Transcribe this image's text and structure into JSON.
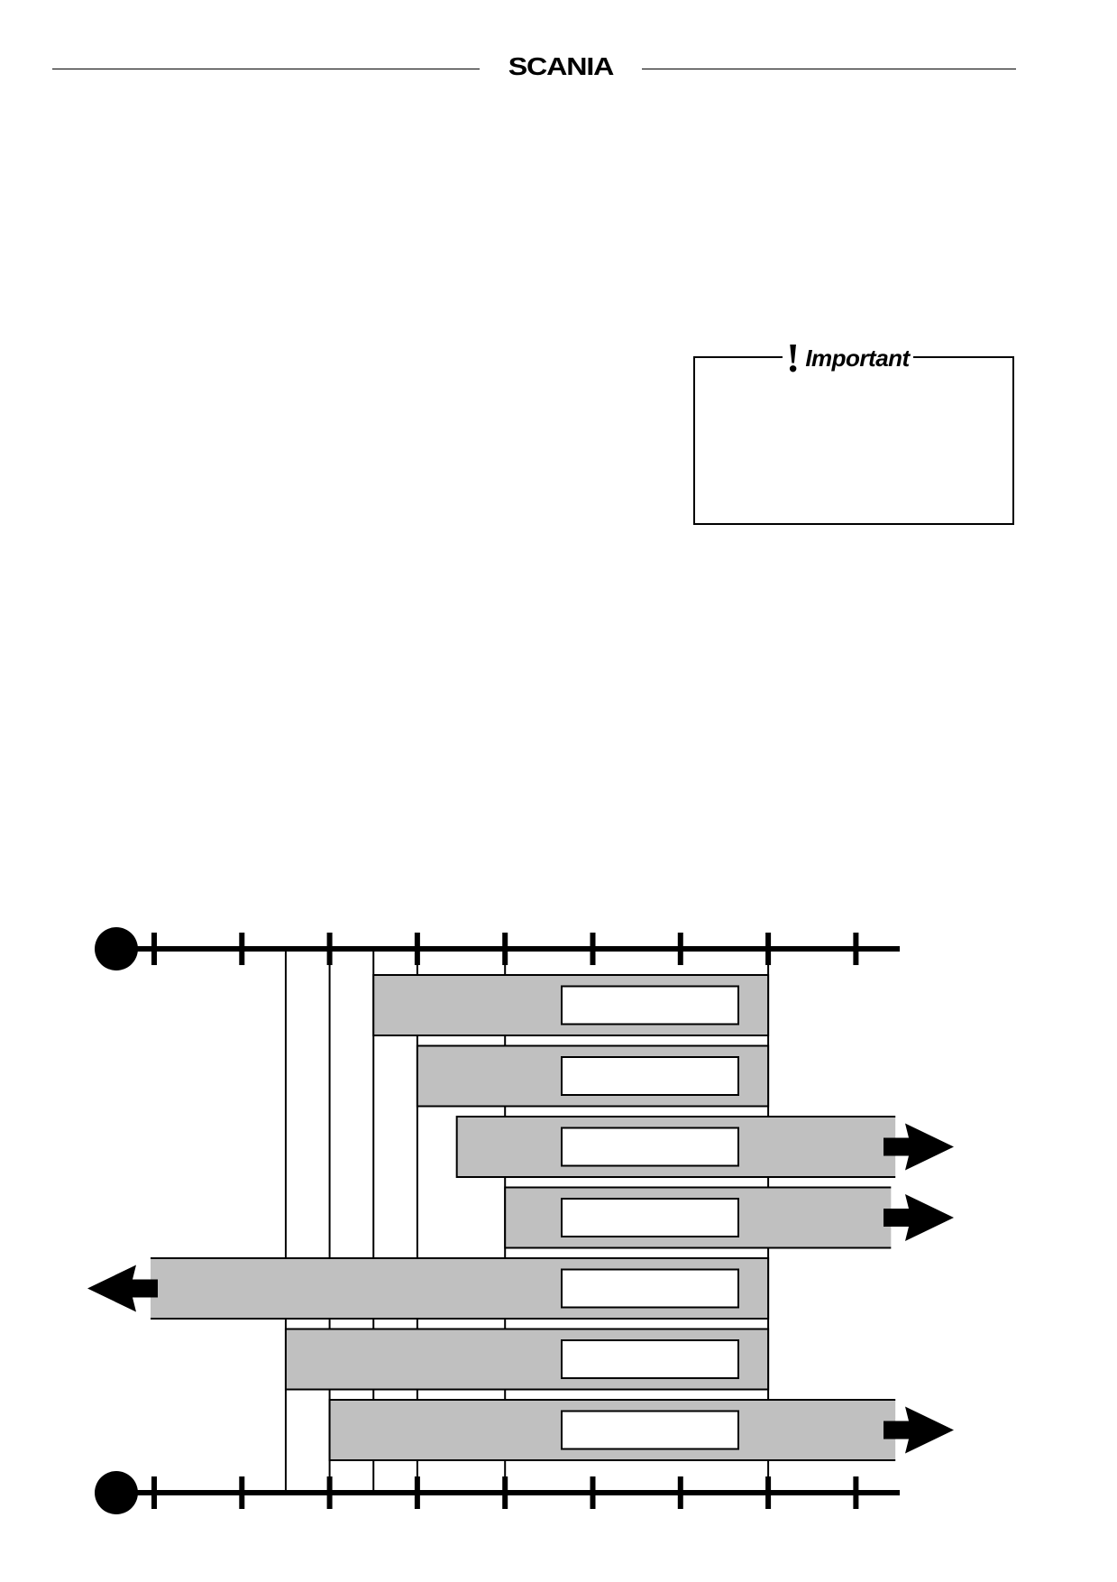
{
  "header": {
    "logo_text": "SCANIA"
  },
  "important_box": {
    "title": "Important",
    "icon": "exclamation-icon"
  },
  "diagram": {
    "ticks_per_axis": 9,
    "bars": [
      {
        "start_tick": 2.5,
        "end_tick": 7,
        "arrow": "none"
      },
      {
        "start_tick": 3,
        "end_tick": 7,
        "arrow": "none"
      },
      {
        "start_tick": 3.45,
        "end_tick": 8.45,
        "arrow": "right"
      },
      {
        "start_tick": 4,
        "end_tick": 8.4,
        "arrow": "right"
      },
      {
        "start_tick": 0,
        "end_tick": 7,
        "arrow": "left"
      },
      {
        "start_tick": 1.5,
        "end_tick": 7,
        "arrow": "none"
      },
      {
        "start_tick": 2,
        "end_tick": 8.45,
        "arrow": "right"
      }
    ],
    "guide_lines_at_tick": [
      1.5,
      2,
      2.5,
      3,
      4,
      7
    ],
    "colors": {
      "bar_fill": "#c0c0c0",
      "stroke": "#000000",
      "label_box_fill": "#ffffff"
    }
  }
}
